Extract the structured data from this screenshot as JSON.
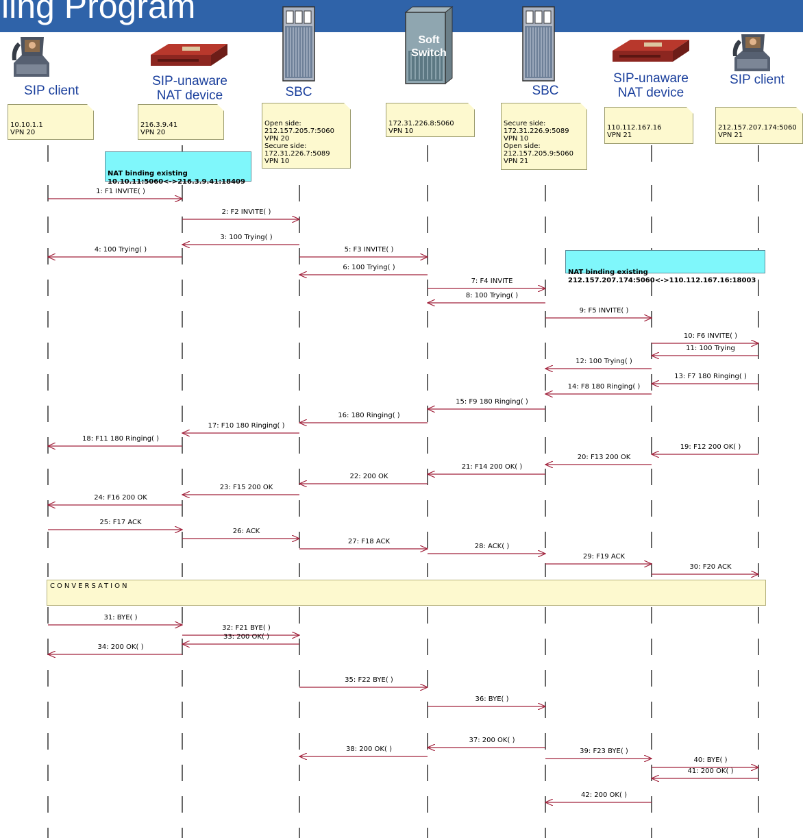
{
  "title": "ling Program",
  "actors": [
    {
      "id": "client-a",
      "label": "SIP client",
      "icon": "sip-phone-icon",
      "note": [
        "10.10.1.1",
        "VPN 20"
      ]
    },
    {
      "id": "nat-a",
      "label": "SIP-unaware\nNAT device",
      "icon": "nat-router-icon",
      "note": [
        "216.3.9.41",
        "VPN 20"
      ]
    },
    {
      "id": "sbc-a",
      "label": "SBC",
      "icon": "sbc-server-icon",
      "note": [
        "Open side:",
        "212.157.205.7:5060",
        "VPN 20",
        "Secure side:",
        "172.31.226.7:5089",
        "VPN 10"
      ]
    },
    {
      "id": "softswitch",
      "label": "Soft\nSwitch",
      "icon": "softswitch-server-icon",
      "note": [
        "172.31.226.8:5060",
        "VPN 10"
      ]
    },
    {
      "id": "sbc-b",
      "label": "SBC",
      "icon": "sbc-server-icon",
      "note": [
        "Secure side:",
        "172.31.226.9:5089",
        "VPN 10",
        "Open side:",
        "212.157.205.9:5060",
        "VPN 21"
      ]
    },
    {
      "id": "nat-b",
      "label": "SIP-unaware\nNAT device",
      "icon": "nat-router-icon",
      "note": [
        "110.112.167.16",
        "VPN 21"
      ]
    },
    {
      "id": "client-b",
      "label": "SIP client",
      "icon": "sip-phone-icon",
      "note": [
        "212.157.207.174:5060",
        "VPN 21"
      ]
    }
  ],
  "nat_bindings": [
    {
      "lines": [
        "NAT binding existing",
        "10.10.11:5060<->216.3.9.41:18409"
      ]
    },
    {
      "lines": [
        "NAT binding existing",
        "212.157.207.174:5060<->110.112.167.16:18003"
      ]
    }
  ],
  "conversation_label": "CONVERSATION",
  "messages": [
    {
      "label": "1: F1 INVITE( )",
      "from": 0,
      "to": 1
    },
    {
      "label": "2: F2 INVITE( )",
      "from": 1,
      "to": 2
    },
    {
      "label": "3: 100 Trying( )",
      "from": 2,
      "to": 1
    },
    {
      "label": "4: 100 Trying( )",
      "from": 1,
      "to": 0
    },
    {
      "label": "5: F3 INVITE( )",
      "from": 2,
      "to": 3
    },
    {
      "label": "6: 100 Trying( )",
      "from": 3,
      "to": 2
    },
    {
      "label": "7: F4 INVITE",
      "from": 3,
      "to": 4
    },
    {
      "label": "8: 100 Trying( )",
      "from": 4,
      "to": 3
    },
    {
      "label": "9: F5 INVITE( )",
      "from": 4,
      "to": 5
    },
    {
      "label": "10: F6 INVITE( )",
      "from": 5,
      "to": 6
    },
    {
      "label": "11: 100 Trying",
      "from": 6,
      "to": 5
    },
    {
      "label": "12: 100 Trying( )",
      "from": 5,
      "to": 4
    },
    {
      "label": "13: F7 180 Ringing( )",
      "from": 6,
      "to": 5
    },
    {
      "label": "14: F8 180 Ringing( )",
      "from": 5,
      "to": 4
    },
    {
      "label": "15: F9 180 Ringing( )",
      "from": 4,
      "to": 3
    },
    {
      "label": "16: 180 Ringing( )",
      "from": 3,
      "to": 2
    },
    {
      "label": "17: F10 180 Ringing( )",
      "from": 2,
      "to": 1
    },
    {
      "label": "18: F11 180 Ringing( )",
      "from": 1,
      "to": 0
    },
    {
      "label": "19: F12 200 OK( )",
      "from": 6,
      "to": 5
    },
    {
      "label": "20: F13 200 OK",
      "from": 5,
      "to": 4
    },
    {
      "label": "21: F14 200 OK( )",
      "from": 4,
      "to": 3
    },
    {
      "label": "22: 200 OK",
      "from": 3,
      "to": 2
    },
    {
      "label": "23: F15 200 OK",
      "from": 2,
      "to": 1
    },
    {
      "label": "24: F16 200 OK",
      "from": 1,
      "to": 0
    },
    {
      "label": "25: F17 ACK",
      "from": 0,
      "to": 1
    },
    {
      "label": "26: ACK",
      "from": 1,
      "to": 2
    },
    {
      "label": "27: F18 ACK",
      "from": 2,
      "to": 3
    },
    {
      "label": "28: ACK( )",
      "from": 3,
      "to": 4
    },
    {
      "label": "29: F19 ACK",
      "from": 4,
      "to": 5
    },
    {
      "label": "30: F20 ACK",
      "from": 5,
      "to": 6
    },
    {
      "label": "31: BYE( )",
      "from": 0,
      "to": 1
    },
    {
      "label": "32: F21 BYE( )",
      "from": 1,
      "to": 2
    },
    {
      "label": "33: 200 OK( )",
      "from": 2,
      "to": 1
    },
    {
      "label": "34: 200 OK( )",
      "from": 1,
      "to": 0
    },
    {
      "label": "35: F22 BYE( )",
      "from": 2,
      "to": 3
    },
    {
      "label": "36: BYE( )",
      "from": 3,
      "to": 4
    },
    {
      "label": "37: 200 OK( )",
      "from": 4,
      "to": 3
    },
    {
      "label": "38: 200 OK( )",
      "from": 3,
      "to": 2
    },
    {
      "label": "39: F23 BYE( )",
      "from": 4,
      "to": 5
    },
    {
      "label": "40: BYE( )",
      "from": 5,
      "to": 6
    },
    {
      "label": "41: 200 OK( )",
      "from": 6,
      "to": 5
    },
    {
      "label": "42: 200 OK( )",
      "from": 5,
      "to": 4
    }
  ],
  "colors": {
    "banner": "#2f63a9",
    "arrow": "#a0203a",
    "lifeline": "#000000",
    "note": "#fdf9cf",
    "nat_note": "#7ff7fb",
    "actor_label": "#1a3f9c"
  }
}
